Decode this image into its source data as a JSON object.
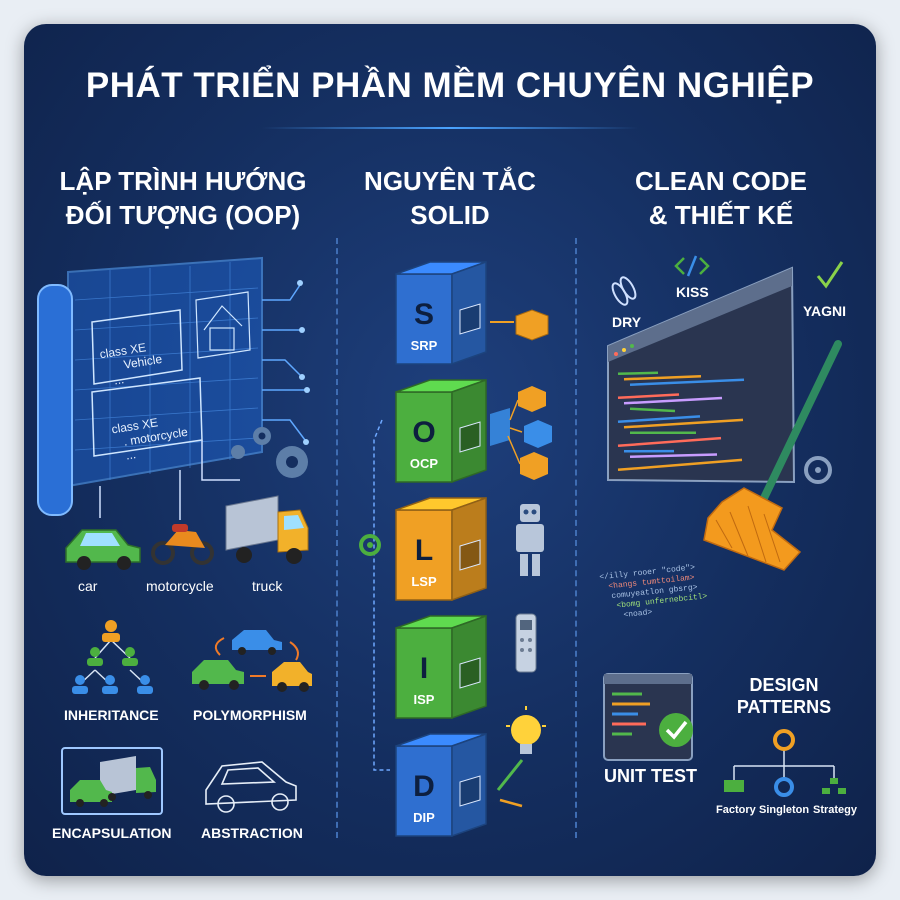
{
  "title": "PHÁT TRIỂN PHẦN MỀM CHUYÊN NGHIỆP",
  "columns": {
    "oop": {
      "title_line1": "LẬP TRÌNH HƯỚNG",
      "title_line2": "ĐỐI TƯỢNG (OOP)",
      "blueprint": {
        "code1_line1": "class XE",
        "code1_line2": "Vehicle",
        "code1_line3": "...",
        "code2_line1": "class XE",
        "code2_line2": ". motorcycle",
        "code2_line3": "..."
      },
      "vehicles": [
        "car",
        "motorcycle",
        "truck"
      ],
      "concepts": [
        "INHERITANCE",
        "POLYMORPHISM",
        "ENCAPSULATION",
        "ABSTRACTION"
      ]
    },
    "solid": {
      "title_line1": "NGUYÊN TẮC",
      "title_line2": "SOLID",
      "principles": [
        {
          "letter": "S",
          "name": "SRP",
          "color": "#2f6fd0"
        },
        {
          "letter": "O",
          "name": "OCP",
          "color": "#4caf3f"
        },
        {
          "letter": "L",
          "name": "LSP",
          "color": "#f0a024"
        },
        {
          "letter": "I",
          "name": "ISP",
          "color": "#4caf3f"
        },
        {
          "letter": "D",
          "name": "DIP",
          "color": "#2f6fd0"
        }
      ]
    },
    "clean": {
      "title_line1": "CLEAN CODE",
      "title_line2": "& THIẾT KẾ",
      "principles": [
        "DRY",
        "KISS",
        "YAGNI"
      ],
      "unit_test": "UNIT TEST",
      "design_patterns_line1": "DESIGN",
      "design_patterns_line2": "PATTERNS",
      "patterns": [
        "Factory",
        "Singleton",
        "Strategy"
      ]
    }
  },
  "colors": {
    "background": "#142e5f",
    "blue": "#2f6fd0",
    "green": "#4caf3f",
    "orange": "#f0a024",
    "accent": "#4aa3ff"
  }
}
